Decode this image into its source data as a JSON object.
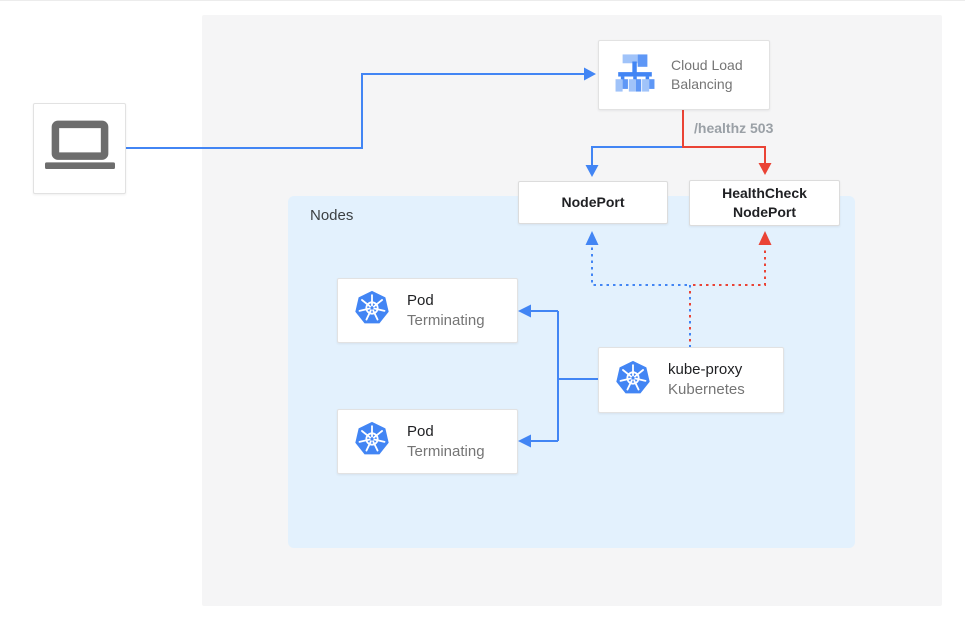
{
  "colors": {
    "accent_blue": "#4285f4",
    "error_red": "#ea4335",
    "nodes_background": "#e3f1fd",
    "panel_background": "#f5f5f6"
  },
  "client": {
    "icon": "laptop-icon"
  },
  "cloud_load_balancing": {
    "icon": "cloud-load-balancing-icon",
    "label": "Cloud Load Balancing"
  },
  "edges": {
    "healthz_label": "/healthz 503"
  },
  "nodeport": {
    "label": "NodePort"
  },
  "healthcheck_nodeport": {
    "label": "HealthCheck NodePort"
  },
  "nodes_group": {
    "label": "Nodes"
  },
  "pods": [
    {
      "icon": "kubernetes-icon",
      "title": "Pod",
      "status": "Terminating"
    },
    {
      "icon": "kubernetes-icon",
      "title": "Pod",
      "status": "Terminating"
    }
  ],
  "kube_proxy": {
    "icon": "kubernetes-icon",
    "title": "kube-proxy",
    "subtitle": "Kubernetes"
  }
}
